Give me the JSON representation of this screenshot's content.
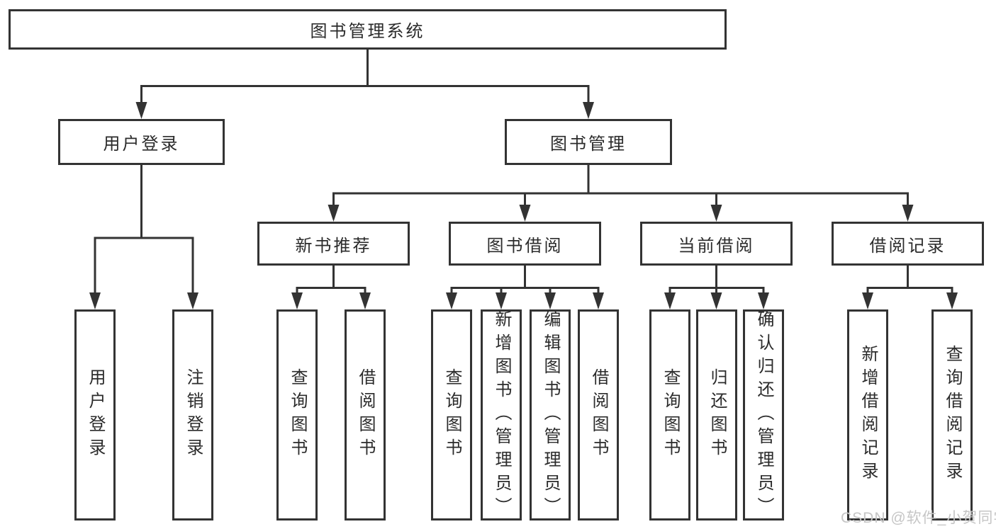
{
  "diagram": {
    "root": {
      "label": "图书管理系统"
    },
    "level2": {
      "user_login": {
        "label": "用户登录"
      },
      "book_mgmt": {
        "label": "图书管理"
      }
    },
    "user_login_children": {
      "login": {
        "label": "用户登录"
      },
      "logout": {
        "label": "注销登录"
      }
    },
    "book_mgmt_children": {
      "new_book_rec": {
        "label": "新书推荐"
      },
      "book_borrow": {
        "label": "图书借阅"
      },
      "current_borrow": {
        "label": "当前借阅"
      },
      "borrow_records": {
        "label": "借阅记录"
      }
    },
    "new_book_rec_children": {
      "query_books": {
        "label": "查询图书"
      },
      "borrow_books": {
        "label": "借阅图书"
      }
    },
    "book_borrow_children": {
      "query_books": {
        "label": "查询图书"
      },
      "add_books_admin": {
        "label": "新增图书（管理员）"
      },
      "edit_books_admin": {
        "label": "编辑图书（管理员）"
      },
      "borrow_books": {
        "label": "借阅图书"
      }
    },
    "current_borrow_children": {
      "query_books": {
        "label": "查询图书"
      },
      "return_books": {
        "label": "归还图书"
      },
      "confirm_return_admin": {
        "label": "确认归还（管理员）"
      }
    },
    "borrow_records_children": {
      "add_borrow_record": {
        "label": "新增借阅记录"
      },
      "query_borrow_record": {
        "label": "查询借阅记录"
      }
    }
  },
  "watermark": {
    "text": "CSDN @软件_小贺同学"
  },
  "colors": {
    "line": "#333333",
    "text": "#2b2b2b",
    "box_background": "#ffffff",
    "page_background": "#ffffff",
    "watermark": "#c6c6c6"
  }
}
